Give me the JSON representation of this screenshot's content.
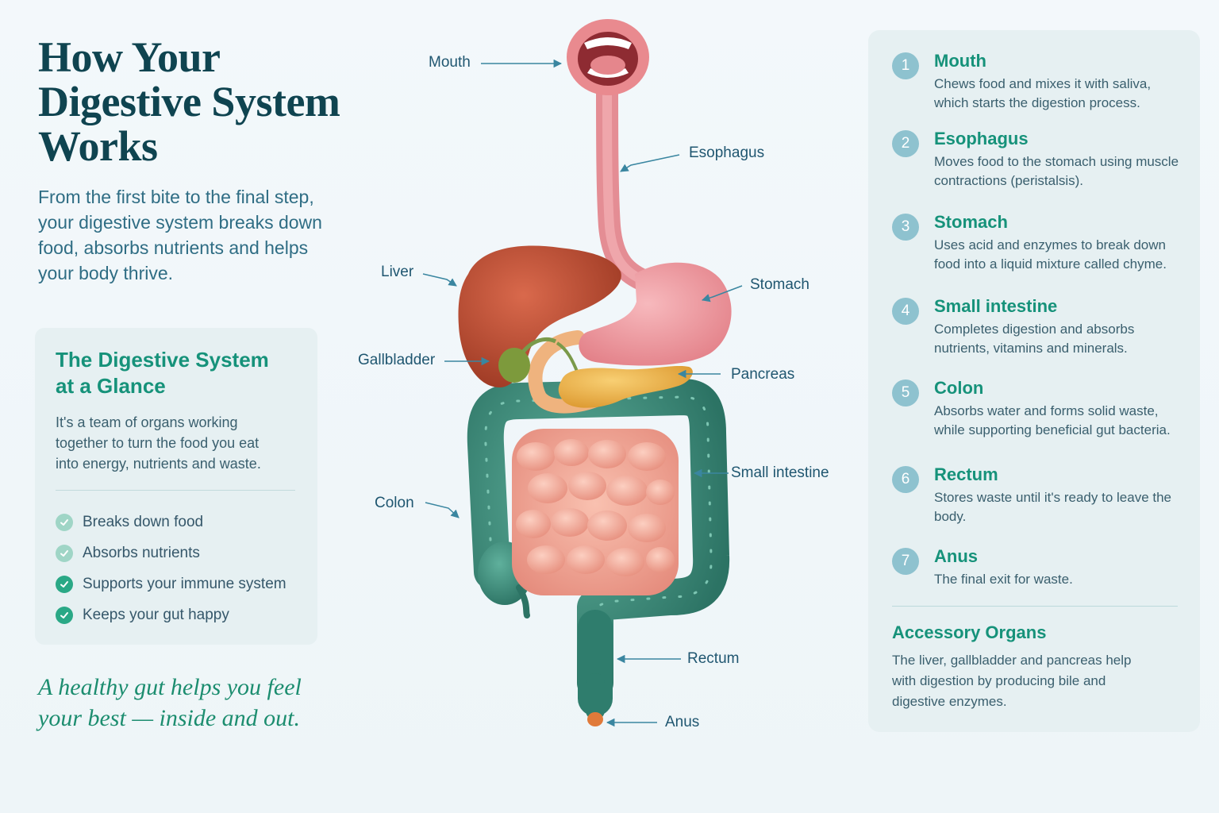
{
  "header": {
    "title_lines": [
      "How Your",
      "Digestive System",
      "Works"
    ],
    "intro": "From the first bite to the final step, your digestive system breaks down food, absorbs nutrients and helps your body thrive."
  },
  "glance": {
    "title": "The Digestive System at a Glance",
    "description": "It's a team of organs working together to turn the food you eat into energy, nutrients and waste.",
    "items": [
      {
        "label": "Breaks down food"
      },
      {
        "label": "Absorbs nutrients"
      },
      {
        "label": "Supports your immune system"
      },
      {
        "label": "Keeps your gut happy"
      }
    ]
  },
  "quote": "A healthy gut helps you feel your best — inside and out.",
  "diagram": {
    "labels": {
      "mouth": "Mouth",
      "esophagus": "Esophagus",
      "liver": "Liver",
      "stomach": "Stomach",
      "gallbladder": "Gallbladder",
      "pancreas": "Pancreas",
      "small_intestine": "Small intestine",
      "colon": "Colon",
      "rectum": "Rectum",
      "anus": "Anus"
    },
    "colors": {
      "mouth": "#e98a8f",
      "esophagus": "#ef9aa0",
      "liver": "#b9492f",
      "stomach": "#f0a0a6",
      "gallbladder": "#7d9a3c",
      "pancreas": "#f0b44c",
      "small_intestine": "#f2a897",
      "colon": "#3e8f7d",
      "anus": "#e07a3a",
      "leader": "#3a86a0"
    }
  },
  "steps": [
    {
      "num": "1",
      "title": "Mouth",
      "desc": "Chews food and mixes it with saliva, which starts the digestion process."
    },
    {
      "num": "2",
      "title": "Esophagus",
      "desc": "Moves food to the stomach using muscle contractions (peristalsis)."
    },
    {
      "num": "3",
      "title": "Stomach",
      "desc": "Uses acid and enzymes to break down food into a liquid mixture called chyme."
    },
    {
      "num": "4",
      "title": "Small intestine",
      "desc": "Completes digestion and absorbs nutrients, vitamins and minerals."
    },
    {
      "num": "5",
      "title": "Colon",
      "desc": "Absorbs water and forms solid waste, while supporting beneficial gut bacteria."
    },
    {
      "num": "6",
      "title": "Rectum",
      "desc": "Stores waste until it's ready to leave the body."
    },
    {
      "num": "7",
      "title": "Anus",
      "desc": "The final exit for waste."
    }
  ],
  "accessory": {
    "title": "Accessory Organs",
    "desc": "The liver, gallbladder and pancreas help with digestion by producing bile and digestive enzymes."
  }
}
